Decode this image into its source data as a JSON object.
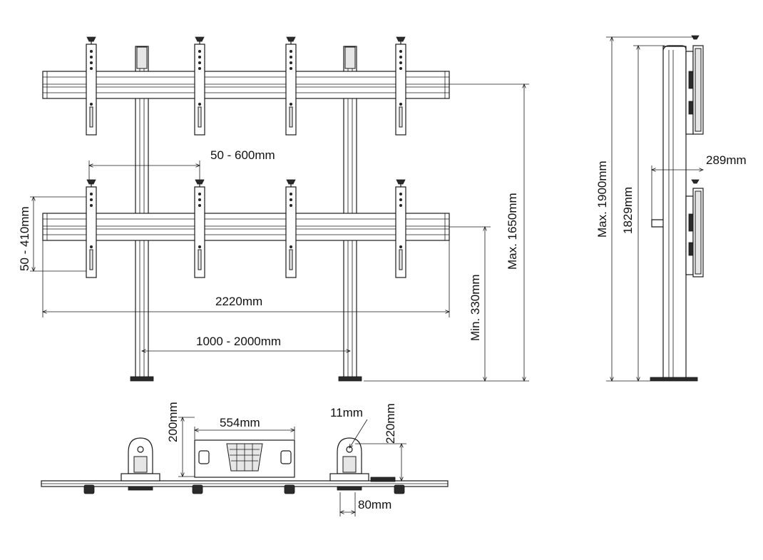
{
  "dimensions": {
    "vesa_horizontal": "50 - 600mm",
    "vesa_vertical": "50 - 410mm",
    "overall_width": "2220mm",
    "pole_spacing": "1000 - 2000mm",
    "min_height": "Min. 330mm",
    "max_height_front": "Max. 1650mm",
    "max_height_side": "Max. 1900mm",
    "pole_height": "1829mm",
    "depth": "289mm",
    "base_plate_width": "554mm",
    "base_plate_depth": "200mm",
    "hole_size": "11mm",
    "foot_depth": "220mm",
    "foot_width": "80mm"
  }
}
